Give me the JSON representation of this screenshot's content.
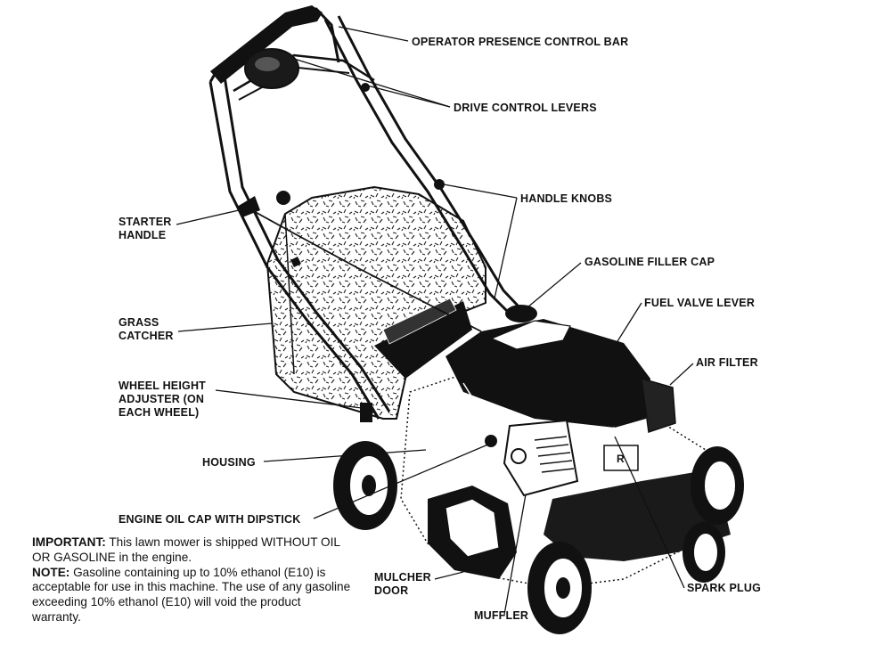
{
  "labels": {
    "operator_presence_control_bar": "OPERATOR PRESENCE CONTROL BAR",
    "drive_control_levers": "DRIVE CONTROL LEVERS",
    "handle_knobs": "HANDLE KNOBS",
    "starter_handle_line1": "STARTER",
    "starter_handle_line2": "HANDLE",
    "gasoline_filler_cap": "GASOLINE FILLER CAP",
    "fuel_valve_lever": "FUEL VALVE LEVER",
    "grass_catcher_line1": "GRASS",
    "grass_catcher_line2": "CATCHER",
    "air_filter": "AIR FILTER",
    "wheel_height_line1": "WHEEL HEIGHT",
    "wheel_height_line2": "ADJUSTER (ON",
    "wheel_height_line3": "EACH WHEEL)",
    "housing": "HOUSING",
    "engine_oil_cap": "ENGINE OIL CAP WITH DIPSTICK",
    "mulcher_door_line1": "MULCHER",
    "mulcher_door_line2": "DOOR",
    "spark_plug": "SPARK PLUG",
    "muffler": "MUFFLER"
  },
  "notes": {
    "important_label": "IMPORTANT:",
    "important_text": " This lawn mower is shipped WITHOUT OIL OR GASOLINE in the engine.",
    "note_label": "NOTE:",
    "note_text": " Gasoline containing up to 10% ethanol (E10) is acceptable for use in this machine. The use of any gasoline exceeding 10% ethanol (E10) will void the product warranty."
  },
  "engine_decal": "R"
}
